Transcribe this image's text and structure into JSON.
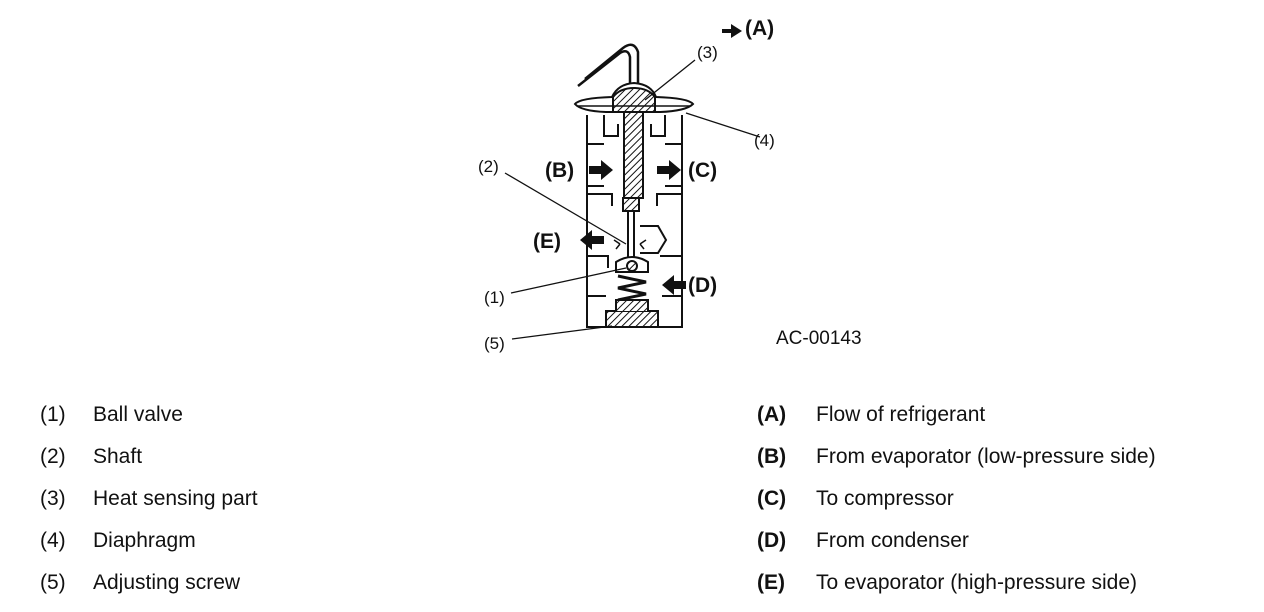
{
  "diagram": {
    "callouts": {
      "c1": "(1)",
      "c2": "(2)",
      "c3": "(3)",
      "c4": "(4)",
      "c5": "(5)"
    },
    "flows": {
      "A": "(A)",
      "B": "(B)",
      "C": "(C)",
      "D": "(D)",
      "E": "(E)"
    },
    "figure_id": "AC-00143"
  },
  "legend_parts": [
    {
      "key": "(1)",
      "text": "Ball valve"
    },
    {
      "key": "(2)",
      "text": "Shaft"
    },
    {
      "key": "(3)",
      "text": "Heat sensing part"
    },
    {
      "key": "(4)",
      "text": "Diaphragm"
    },
    {
      "key": "(5)",
      "text": "Adjusting screw"
    }
  ],
  "legend_flows": [
    {
      "key": "(A)",
      "text": "Flow of refrigerant"
    },
    {
      "key": "(B)",
      "text": "From evaporator (low-pressure side)"
    },
    {
      "key": "(C)",
      "text": "To compressor"
    },
    {
      "key": "(D)",
      "text": "From condenser"
    },
    {
      "key": "(E)",
      "text": "To evaporator (high-pressure side)"
    }
  ],
  "colors": {
    "ink": "#111111",
    "paper": "#ffffff"
  },
  "icons": [
    "arrow-right-icon",
    "arrow-left-icon",
    "hatch-pattern"
  ]
}
